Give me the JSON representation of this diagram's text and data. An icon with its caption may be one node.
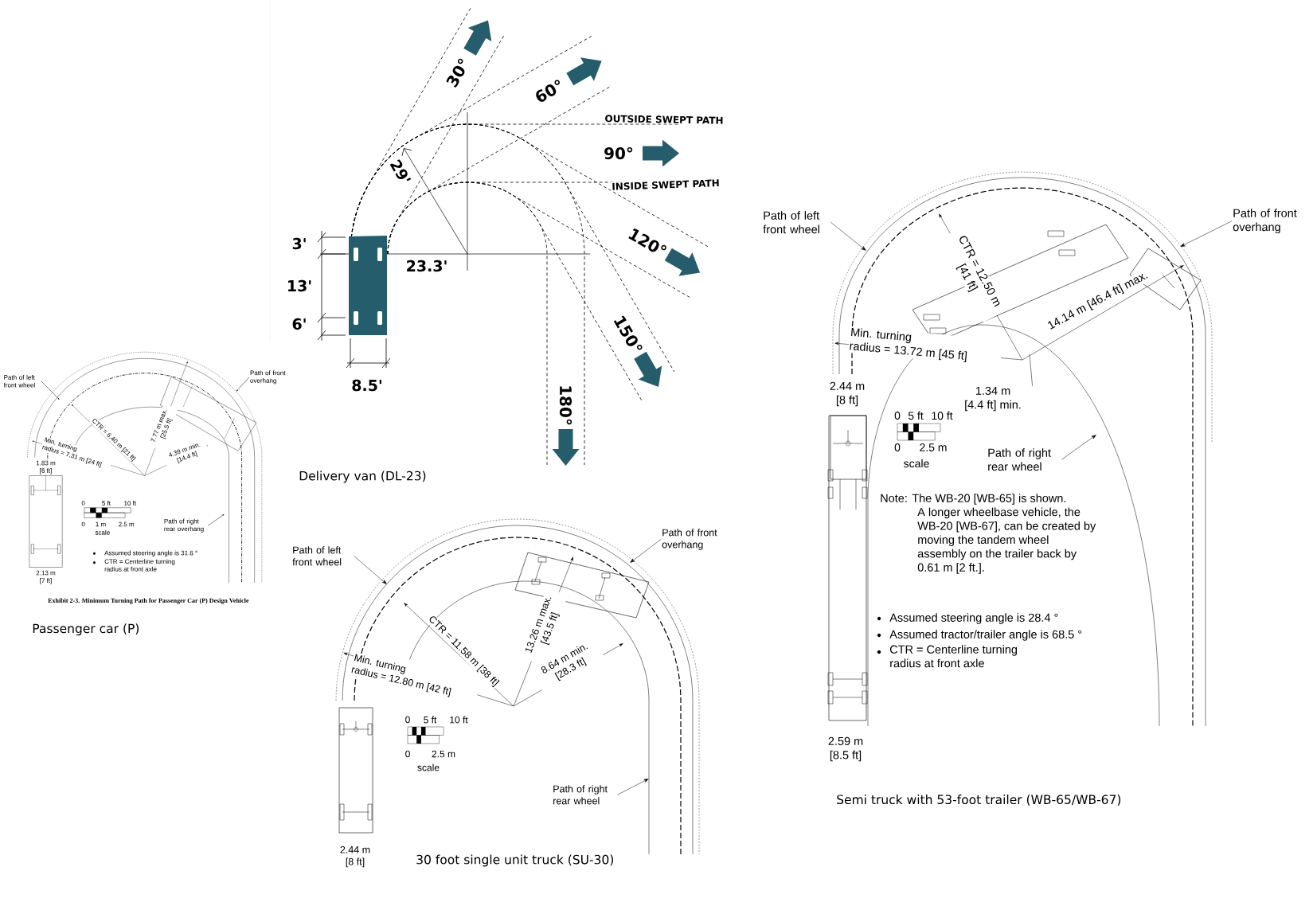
{
  "diagram": {
    "nodes": [
      {
        "text": [
          "Path of left front wheel"
        ]
      },
      {
        "text": [
          "Path of front overhang"
        ]
      },
      {
        "text": [
          "Path of right rear overhang"
        ]
      },
      {
        "text": [
          "Path of left front wheel"
        ]
      },
      {
        "text": [
          "Path of front overhang"
        ]
      },
      {
        "text": [
          "Path of right rear wheel"
        ]
      },
      {
        "text": [
          "Path of left front wheel"
        ]
      },
      {
        "text": [
          "Path of front overhang"
        ]
      },
      {
        "text": [
          "Path of right rear wheel"
        ]
      }
    ],
    "edges": [
      {
        "from": 0,
        "to": null,
        "arrow": "to"
      },
      {
        "from": 1,
        "to": null,
        "arrow": "to"
      },
      {
        "from": 2,
        "to": null,
        "arrow": "to"
      },
      {
        "from": 3,
        "to": null,
        "arrow": "to"
      },
      {
        "from": 4,
        "to": null,
        "arrow": "to"
      },
      {
        "from": 5,
        "to": null,
        "arrow": "to"
      },
      {
        "from": 6,
        "to": null,
        "arrow": "to"
      },
      {
        "from": 7,
        "to": null,
        "arrow": "to"
      },
      {
        "from": 8,
        "to": null,
        "arrow": "to"
      }
    ],
    "labels": [
      "Min. turning radius = 7.31 m [24 ft]",
      "CTR = 6.40 m [21 ft]",
      "7.77 m max. [25.5 ft]",
      "4.39 m min. [14.4 ft]",
      "1.83 m [6 ft]",
      "0",
      "5 ft",
      "10 ft",
      "0",
      "1 m",
      "2.5 m",
      "scale",
      "Assumed steering angle is 31.6 °",
      "CTR = Centerline turning radius at front axle",
      "2.13 m [7 ft]",
      "Exhibit 2-3. Minimum Turning Path for Passenger Car (P) Design Vehicle",
      "Passenger car (P)",
      "30°",
      "60°",
      "OUTSIDE SWEPT PATH",
      "90°",
      "29'",
      "INSIDE SWEPT PATH",
      "120°",
      "3'",
      "23.3'",
      "13'",
      "6'",
      "150°",
      "8.5'",
      "180°",
      "Delivery van (DL-23)",
      "CTR = 11.58 m [38 ft]",
      "13.26 m max. [43.5 ft]",
      "Min. turning radius = 12.80 m [42 ft]",
      "8.64 m min. [28.3 ft]",
      "0",
      "5 ft",
      "10 ft",
      "0",
      "2.5 m",
      "scale",
      "2.44 m [8 ft]",
      "30 foot single unit truck (SU-30)",
      "CTR = 12.50 m [41 ft]",
      "14.14 m [46.4 ft] max.",
      "Min. turning radius = 13.72 m [45 ft]",
      "2.44 m [8 ft]",
      "1.34 m [4.4 ft] min.",
      "0",
      "5 ft",
      "10 ft",
      "0",
      "2.5 m",
      "scale",
      "Note: The WB-20 [WB-65] is shown. A longer wheelbase vehicle, the WB-20 [WB-67], can be created by moving the tandem wheel assembly on the trailer back by 0.61 m [2 ft.].",
      "Assumed steering angle is 28.4 °",
      "Assumed tractor/trailer angle is 68.5 °",
      "CTR = Centerline turning radius at front axle",
      "2.59 m [8.5 ft]",
      "Semi truck with 53-foot trailer (WB-65/WB-67)"
    ]
  }
}
